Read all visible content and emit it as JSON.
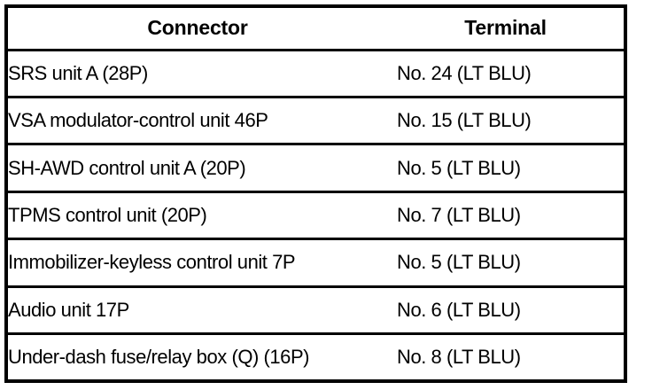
{
  "table": {
    "headers": {
      "connector": "Connector",
      "terminal": "Terminal"
    },
    "rows": [
      {
        "connector": "SRS unit A (28P)",
        "terminal": "No. 24 (LT BLU)"
      },
      {
        "connector": "VSA modulator-control unit 46P",
        "terminal": "No. 15 (LT BLU)"
      },
      {
        "connector": "SH-AWD control unit A (20P)",
        "terminal": "No. 5 (LT BLU)"
      },
      {
        "connector": "TPMS control unit (20P)",
        "terminal": "No. 7 (LT BLU)"
      },
      {
        "connector": "Immobilizer-keyless control unit 7P",
        "terminal": "No. 5 (LT BLU)"
      },
      {
        "connector": "Audio unit 17P",
        "terminal": "No. 6 (LT BLU)"
      },
      {
        "connector": "Under-dash fuse/relay box (Q) (16P)",
        "terminal": "No. 8 (LT BLU)"
      }
    ]
  },
  "colors": {
    "border": "#000000",
    "text": "#000000",
    "background": "#ffffff"
  }
}
